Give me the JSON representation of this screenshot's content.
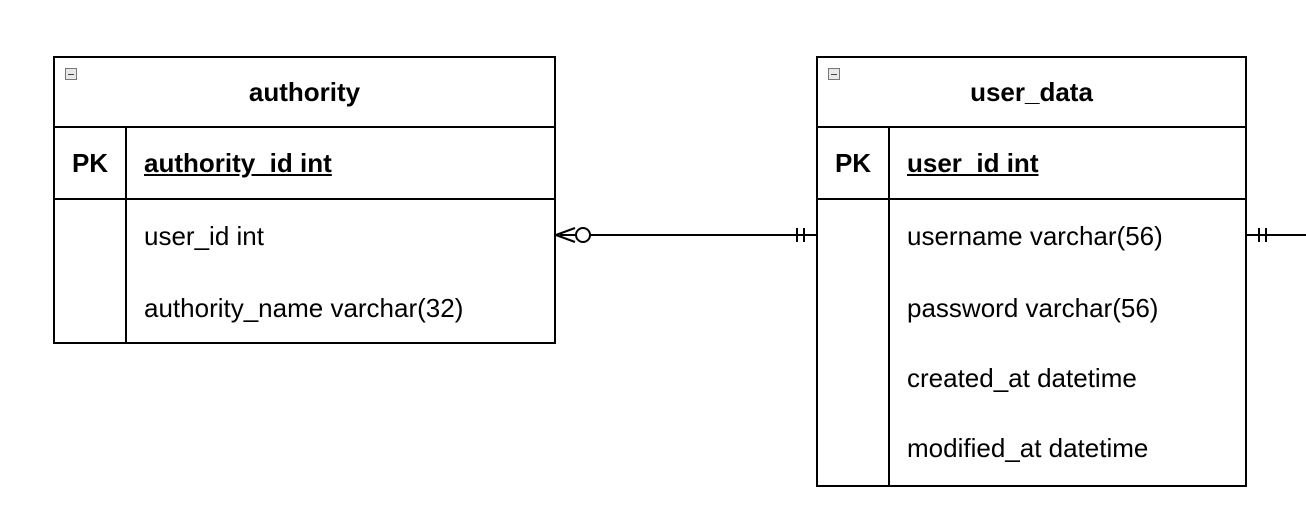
{
  "entities": {
    "authority": {
      "title": "authority",
      "key_label": "PK",
      "primary_key": "authority_id int",
      "fields": [
        "user_id int",
        "authority_name varchar(32)"
      ]
    },
    "user_data": {
      "title": "user_data",
      "key_label": "PK",
      "primary_key": "user_id int",
      "fields": [
        "username varchar(56)",
        "password varchar(56)",
        "created_at datetime",
        "modified_at datetime"
      ]
    }
  },
  "relationships": [
    {
      "from": "authority.user_id",
      "to": "user_data",
      "from_end": "zero-or-many",
      "to_end": "exactly-one"
    },
    {
      "from": "user_data.username",
      "to": "offscreen-right",
      "from_end": "exactly-one"
    }
  ]
}
